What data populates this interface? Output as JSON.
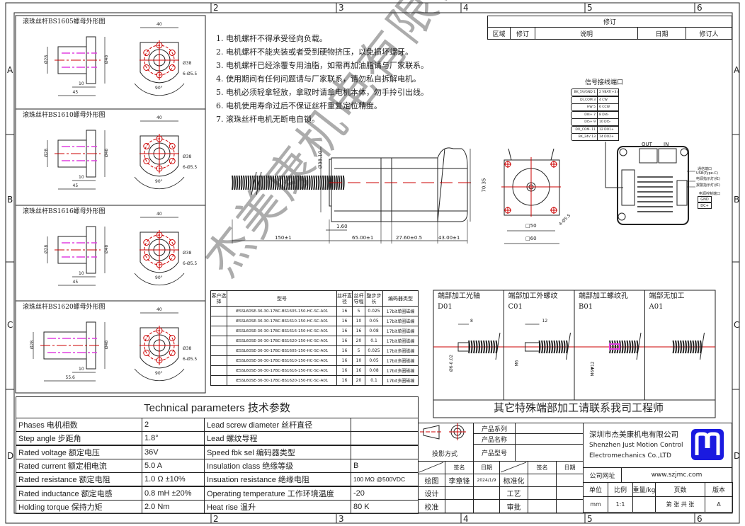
{
  "frame": {
    "columns": [
      "2",
      "3",
      "4",
      "5",
      "6"
    ],
    "rows": [
      "A",
      "B",
      "C",
      "D"
    ]
  },
  "nut_panels": [
    {
      "title": "滚珠丝杆BS1605螺母外形图",
      "d_small": "Ø28",
      "d_big": "Ø48",
      "flange": "10",
      "length": "45",
      "width": "40",
      "pcd": "Ø38",
      "holes": "6-Ø5.5",
      "angle": "90°"
    },
    {
      "title": "滚珠丝杆BS1610螺母外形图",
      "d_small": "Ø28",
      "d_big": "Ø48",
      "flange": "10",
      "length": "45",
      "width": "40",
      "pcd": "Ø38",
      "holes": "6-Ø5.5",
      "angle": "90°"
    },
    {
      "title": "滚珠丝杆BS1616螺母外形图",
      "d_small": "Ø28",
      "d_big": "Ø48",
      "flange": "10",
      "length": "45",
      "width": "40",
      "pcd": "Ø38",
      "holes": "6-Ø5.5",
      "angle": "90°"
    },
    {
      "title": "滚珠丝杆BS1620螺母外形图",
      "d_small": "Ø28",
      "d_big": "Ø48",
      "flange": "10",
      "length": "55.6",
      "width": "40",
      "pcd": "Ø38",
      "holes": "6-Ø5.5",
      "angle": "90°"
    }
  ],
  "notes": [
    "1. 电机螺杆不得承受径向负载。",
    "2. 电机螺杆不能夹装或者受到硬物挤压，以免损坏螺牙。",
    "3. 电机螺杆已经涂覆专用油脂，如需再加油脂请与厂家联系。",
    "4. 使用期间有任何问题请与厂家联系，请勿私自拆解电机。",
    "5. 电机必须轻拿轻放，拿取时请拿电机本体，勿手拎引出线。",
    "6. 电机使用寿命过后不保证丝杆重复定位精度。",
    "7. 滚珠丝杆电机无断电自锁。"
  ],
  "revision": {
    "title": "修订",
    "headers": [
      "区域",
      "修订",
      "说明",
      "日期",
      "修订人"
    ]
  },
  "signal": {
    "title": "信号接线端口",
    "pins": [
      [
        "BK_5V/GND 1",
        "2 VBAT(+3.6V)"
      ],
      [
        "DI_COM 3",
        "4 CW"
      ],
      [
        "HW 5",
        "6 CCW"
      ],
      [
        "DI4+ 7",
        "8 DI4-"
      ],
      [
        "DI5+ 9",
        "10 DI5-"
      ],
      [
        "DO_COM- 11",
        "12 DO1+"
      ],
      [
        "BK_24V 13",
        "14 DO2+"
      ]
    ],
    "out": "OUT",
    "in": "IN",
    "usb": "通信端口",
    "usb2": "USB(Type-C)",
    "led1": "电源指示灯(红)",
    "led2": "报警指示灯(红)",
    "power": "电源控制端口",
    "gnd": "GND",
    "dcp": "DC+"
  },
  "motor": {
    "shaft_dia": "Ø38.10",
    "height": "70.35",
    "d1": "150±1",
    "d2": "65.00±1",
    "d3": "27.60±0.5",
    "d4": "43.00±1",
    "gap": "1.60",
    "sq50": "□50",
    "sq60": "□60",
    "holes": "4-Ø5.5"
  },
  "model_table": {
    "headers": [
      "客户选择",
      "型号",
      "丝杆直径",
      "丝杆导程",
      "整步步长",
      "编码器类型"
    ],
    "rows": [
      [
        "",
        "iESSL60SE-36-30-17BC-BS1605-150-HC-SC-A01",
        "16",
        "5",
        "0.025",
        "17bit单圈磁编"
      ],
      [
        "",
        "iESSL60SE-36-30-17BC-BS1610-150-HC-SC-A01",
        "16",
        "10",
        "0.05",
        "17bit单圈磁编"
      ],
      [
        "",
        "iESSL60SE-36-30-17BC-BS1616-150-HC-SC-A01",
        "16",
        "16",
        "0.08",
        "17bit单圈磁编"
      ],
      [
        "",
        "iESSL60SE-36-30-17BC-BS1620-150-HC-SC-A01",
        "16",
        "20",
        "0.1",
        "17bit单圈磁编"
      ],
      [
        "",
        "iESSL60SE-36-30-17BC-BS1605-150-HC-SC-A01",
        "16",
        "5",
        "0.025",
        "17bit多圈磁编"
      ],
      [
        "",
        "iESSL60SE-36-30-17BC-BS1610-150-HC-SC-A01",
        "16",
        "10",
        "0.05",
        "17bit多圈磁编"
      ],
      [
        "",
        "iESSL60SE-36-30-17BC-BS1616-150-HC-SC-A01",
        "16",
        "16",
        "0.08",
        "17bit多圈磁编"
      ],
      [
        "",
        "iESSL60SE-36-30-17BC-BS1620-150-HC-SC-A01",
        "16",
        "20",
        "0.1",
        "17bit多圈磁编"
      ]
    ]
  },
  "end_processing": {
    "types": [
      {
        "title": "端部加工光轴",
        "code": "D01",
        "dim": "8",
        "dia": "Ø6-0.02"
      },
      {
        "title": "端部加工外螺纹",
        "code": "C01",
        "dim": "12",
        "dia": "M6"
      },
      {
        "title": "端部加工螺纹孔",
        "code": "B01",
        "dim": "",
        "dia": "M6▼12"
      },
      {
        "title": "端部无加工",
        "code": "A01",
        "dim": "",
        "dia": ""
      }
    ],
    "footer": "其它特殊端部加工请联系我司工程师"
  },
  "tech": {
    "title": "Technical parameters 技术参数",
    "rows": [
      [
        "Phases 电机相数",
        "2",
        "Lead screw diameter 丝杆直径",
        ""
      ],
      [
        "Step angle 步距角",
        "1.8°",
        "Lead 螺纹导程",
        ""
      ],
      [
        "Rated voltage 额定电压",
        "36V",
        "Speed fbk sel  编码器类型",
        ""
      ],
      [
        "Rated current 额定相电流",
        "5.0 A",
        "Insulation class 绝缘等级",
        "B"
      ],
      [
        "Rated resistance 额定电阻",
        "1.0 Ω  ±10%",
        "Insuation resistance 绝缘电阻",
        "100 MΩ @500VDC"
      ],
      [
        "Rated inductance 额定电感",
        "0.8 mH ±20%",
        "Operating temperature 工作环境温度",
        "-20"
      ],
      [
        "Holding torque 保持力矩",
        "2.0 Nm",
        "Heat rise 温升",
        "80 K"
      ]
    ]
  },
  "title_block": {
    "product_series": "产品系列",
    "product_name": "产品名称",
    "product_model": "产品型号",
    "projection": "投影方式",
    "sign": "签名",
    "date": "日期",
    "draw": "绘图",
    "drawer": "李章锋",
    "draw_date": "2024/1/9",
    "standard": "标准化",
    "design": "设计",
    "process": "工艺",
    "check": "校准",
    "approve": "审批",
    "company_cn": "深圳市杰美康机电有限公司",
    "company_en1": "Shenzhen Just Motion Control",
    "company_en2": "Electromechanics Co.,LTD",
    "website_label": "公司网址",
    "website": "www.szjmc.com",
    "headers": [
      "单位",
      "比例",
      "重量/kg",
      "页数",
      "版本"
    ],
    "values": [
      "mm",
      "1:1",
      "",
      "第 张 共 张",
      "A"
    ],
    "logo_color": "#1a1ae0"
  },
  "watermark": "杰美康机电有限公司"
}
